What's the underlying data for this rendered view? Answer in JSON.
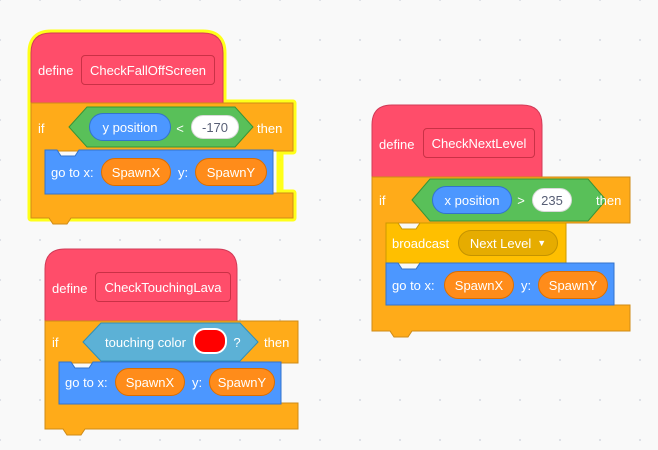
{
  "colors": {
    "define": "#ff4d6a",
    "control": "#ffab19",
    "motion": "#4c97ff",
    "operator": "#59c059",
    "sensing": "#5cb1d6",
    "events": "#ffbf00",
    "variable": "#ff8c1a",
    "glow": "#ffff00",
    "lava_color": "#ff0000"
  },
  "scripts": [
    {
      "name": "CheckFallOffScreen",
      "define_label": "define",
      "proc_name": "CheckFallOffScreen",
      "if_label": "if",
      "then_label": "then",
      "condition": {
        "left": "y position",
        "op": "<",
        "right": "-170"
      },
      "body": {
        "goto_label": "go to x:",
        "x_var": "SpawnX",
        "y_label": "y:",
        "y_var": "SpawnY"
      }
    },
    {
      "name": "CheckNextLevel",
      "define_label": "define",
      "proc_name": "CheckNextLevel",
      "if_label": "if",
      "then_label": "then",
      "condition": {
        "left": "x position",
        "op": ">",
        "right": "235"
      },
      "broadcast": {
        "label": "broadcast",
        "message": "Next Level"
      },
      "body": {
        "goto_label": "go to x:",
        "x_var": "SpawnX",
        "y_label": "y:",
        "y_var": "SpawnY"
      }
    },
    {
      "name": "CheckTouchingLava",
      "define_label": "define",
      "proc_name": "CheckTouchingLava",
      "if_label": "if",
      "then_label": "then",
      "condition": {
        "label": "touching color",
        "suffix": "?"
      },
      "body": {
        "goto_label": "go to x:",
        "x_var": "SpawnX",
        "y_label": "y:",
        "y_var": "SpawnY"
      }
    }
  ]
}
